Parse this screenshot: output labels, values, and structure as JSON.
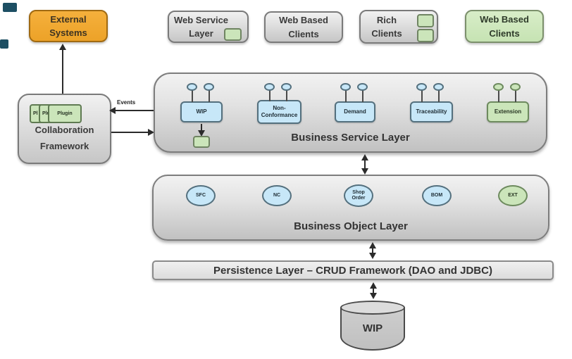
{
  "external_systems": {
    "line1": "External",
    "line2": "Systems"
  },
  "clients": [
    {
      "line1": "Web Service",
      "line2": "Layer"
    },
    {
      "line1": "Web Based",
      "line2": "Clients"
    },
    {
      "line1": "Rich",
      "line2": "Clients"
    },
    {
      "line1": "Web Based",
      "line2": "Clients"
    }
  ],
  "collaboration": {
    "line1": "Collaboration",
    "line2": "Framework",
    "plugins": [
      "Pl",
      "Plu",
      "Plugin"
    ]
  },
  "connections": {
    "events_label": "Events"
  },
  "service_layer": {
    "label": "Business Service Layer",
    "components": [
      {
        "line1": "WIP",
        "line2": ""
      },
      {
        "line1": "Non-",
        "line2": "Conformance"
      },
      {
        "line1": "Demand",
        "line2": ""
      },
      {
        "line1": "Traceability",
        "line2": ""
      },
      {
        "line1": "Extension",
        "line2": ""
      }
    ]
  },
  "object_layer": {
    "label": "Business Object Layer",
    "objects": [
      {
        "line1": "SFC",
        "line2": ""
      },
      {
        "line1": "NC",
        "line2": ""
      },
      {
        "line1": "Shop",
        "line2": "Order"
      },
      {
        "line1": "BOM",
        "line2": ""
      },
      {
        "line1": "EXT",
        "line2": ""
      }
    ]
  },
  "persistence_layer": {
    "label": "Persistence Layer – CRUD Framework (DAO and JDBC)"
  },
  "database": {
    "label": "WIP"
  },
  "colors": {
    "orange": "#efa42f",
    "gray_box": "#d9d9d9",
    "green": "#cbe5ba",
    "blue": "#c7e7f8",
    "dark_mark": "#1d4f63",
    "arrow": "#2b2b2b"
  }
}
